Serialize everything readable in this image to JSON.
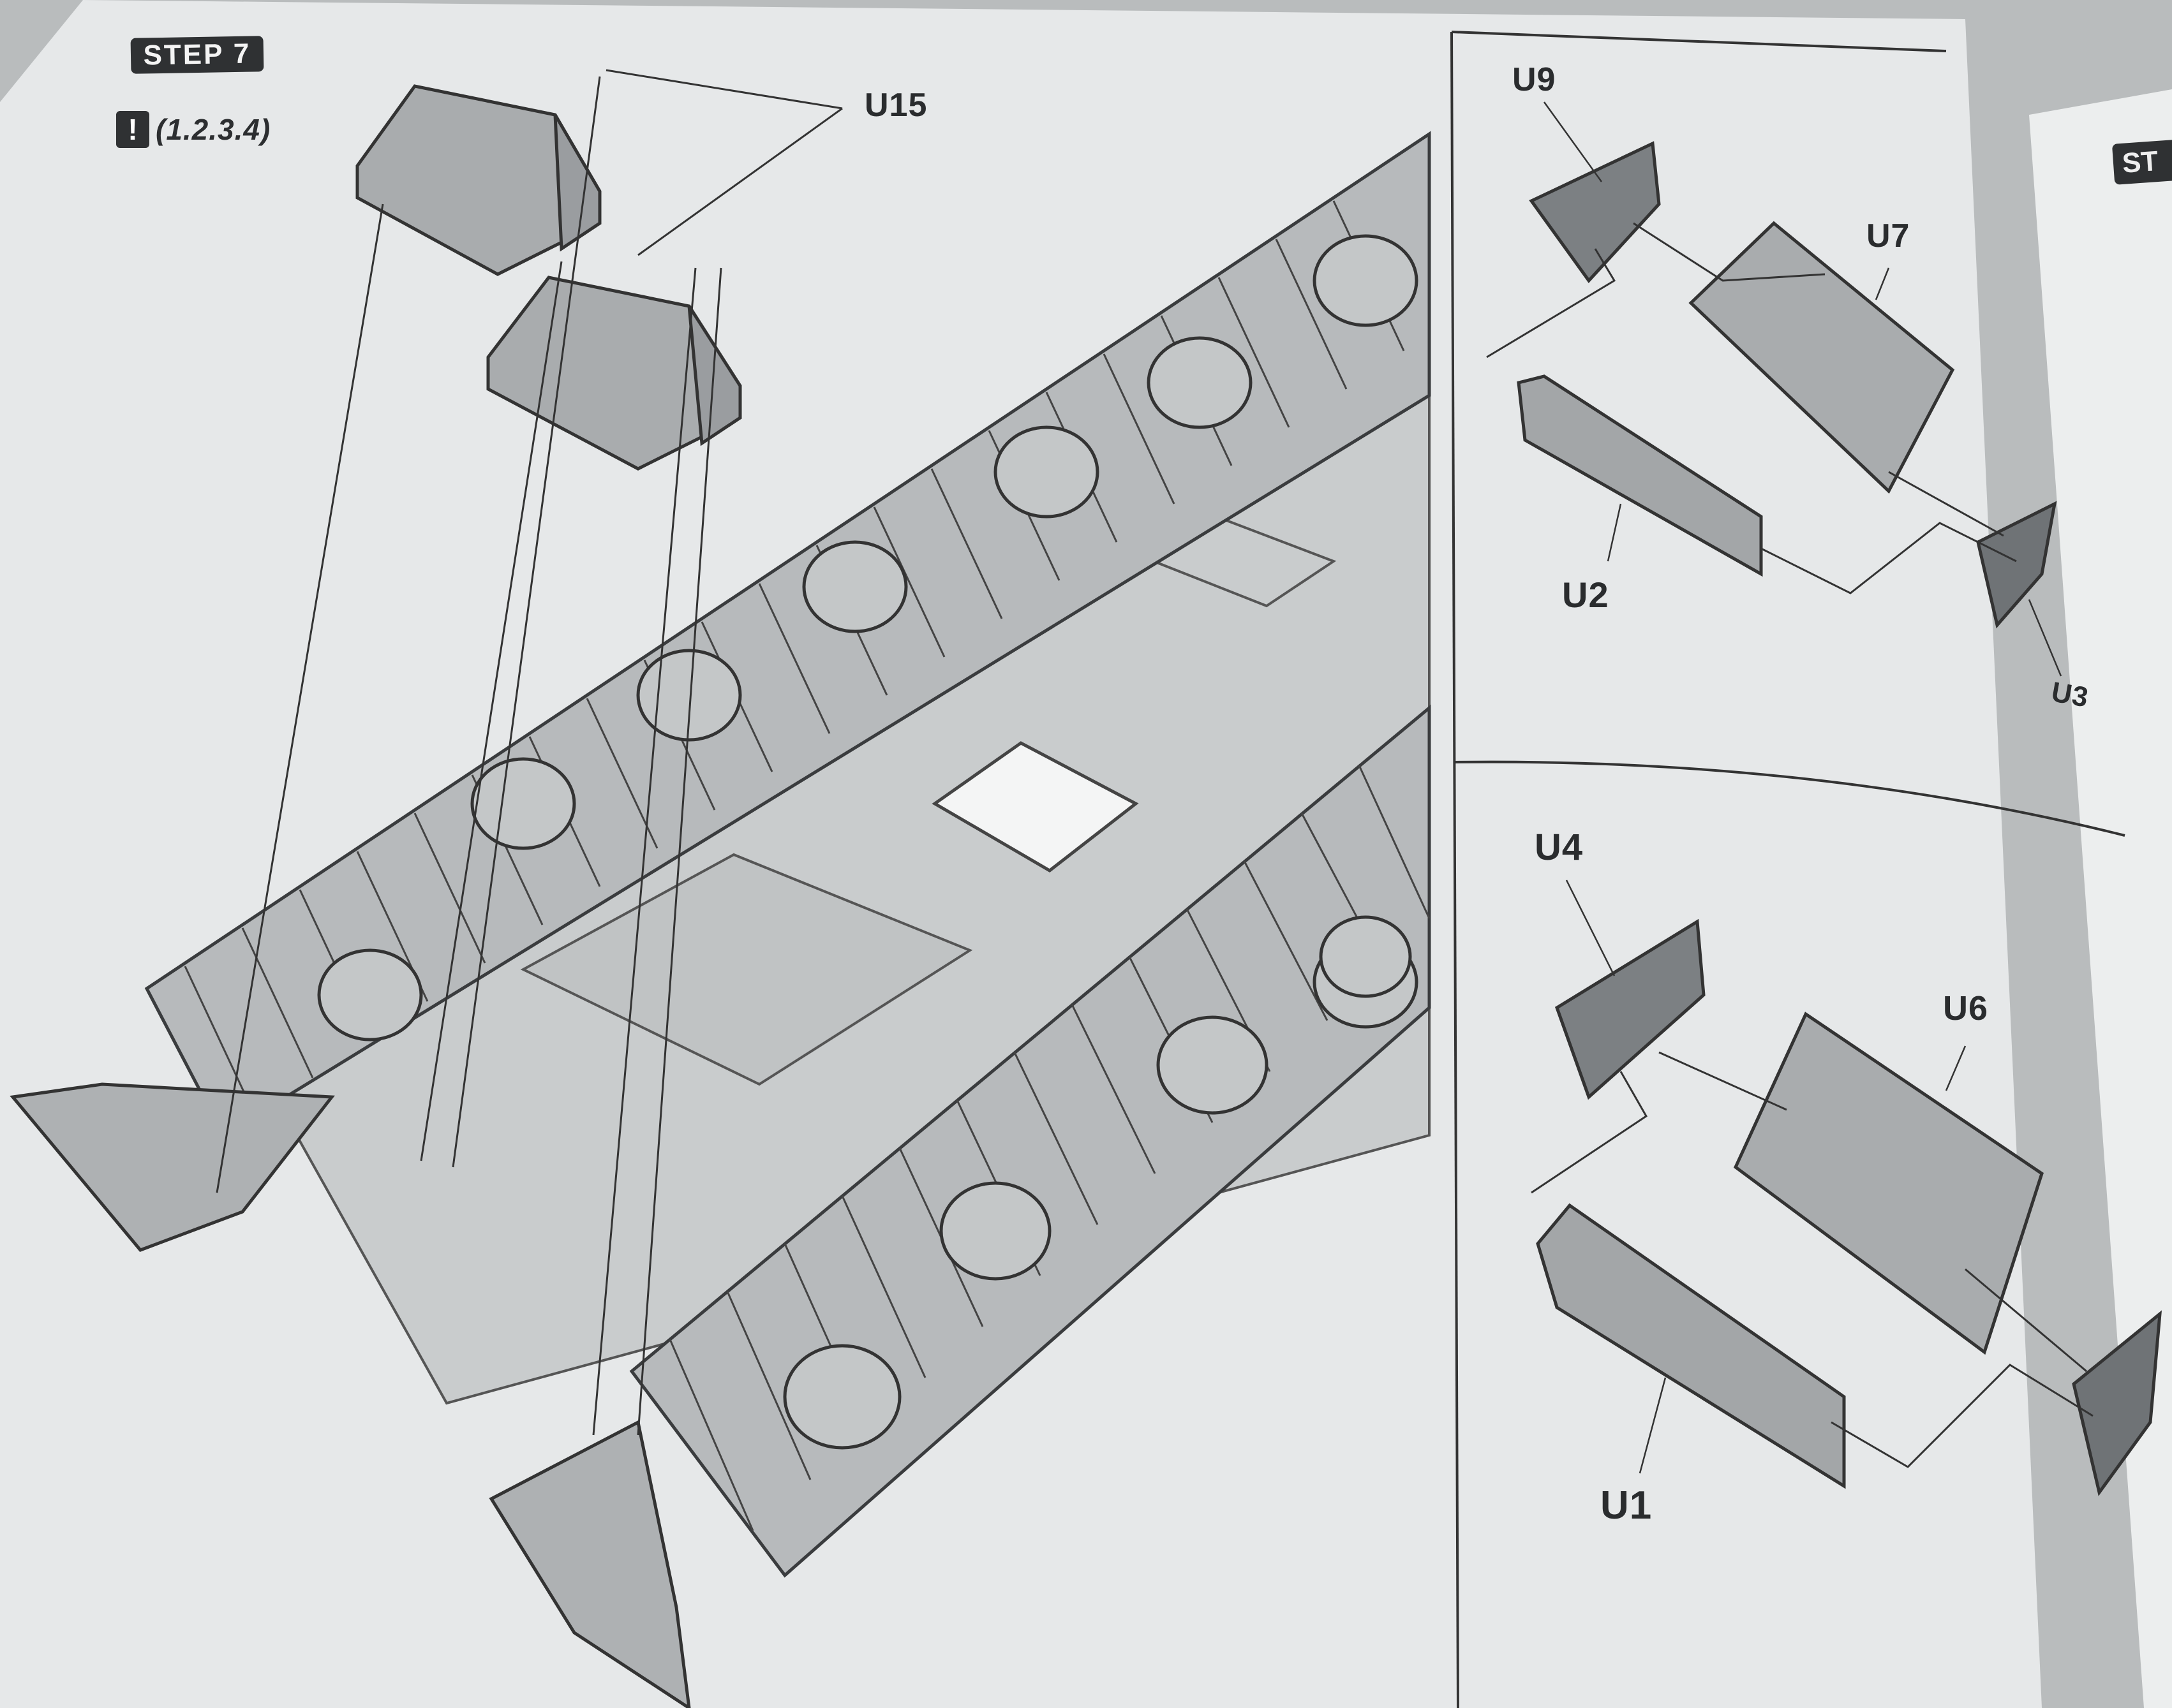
{
  "step": {
    "label": "STEP 7"
  },
  "note": {
    "icon": "warning-icon",
    "text": "(1.2.3.4)"
  },
  "parts": {
    "u15": "U15",
    "u9": "U9",
    "u7": "U7",
    "u2": "U2",
    "u3": "U3",
    "u4": "U4",
    "u6": "U6",
    "u1": "U1"
  },
  "next_step": {
    "label": "ST"
  },
  "colors": {
    "paper": "#e9ebec",
    "part_fill": "#a9acae",
    "ink": "#2f3133",
    "background": "#b9bcbd"
  }
}
